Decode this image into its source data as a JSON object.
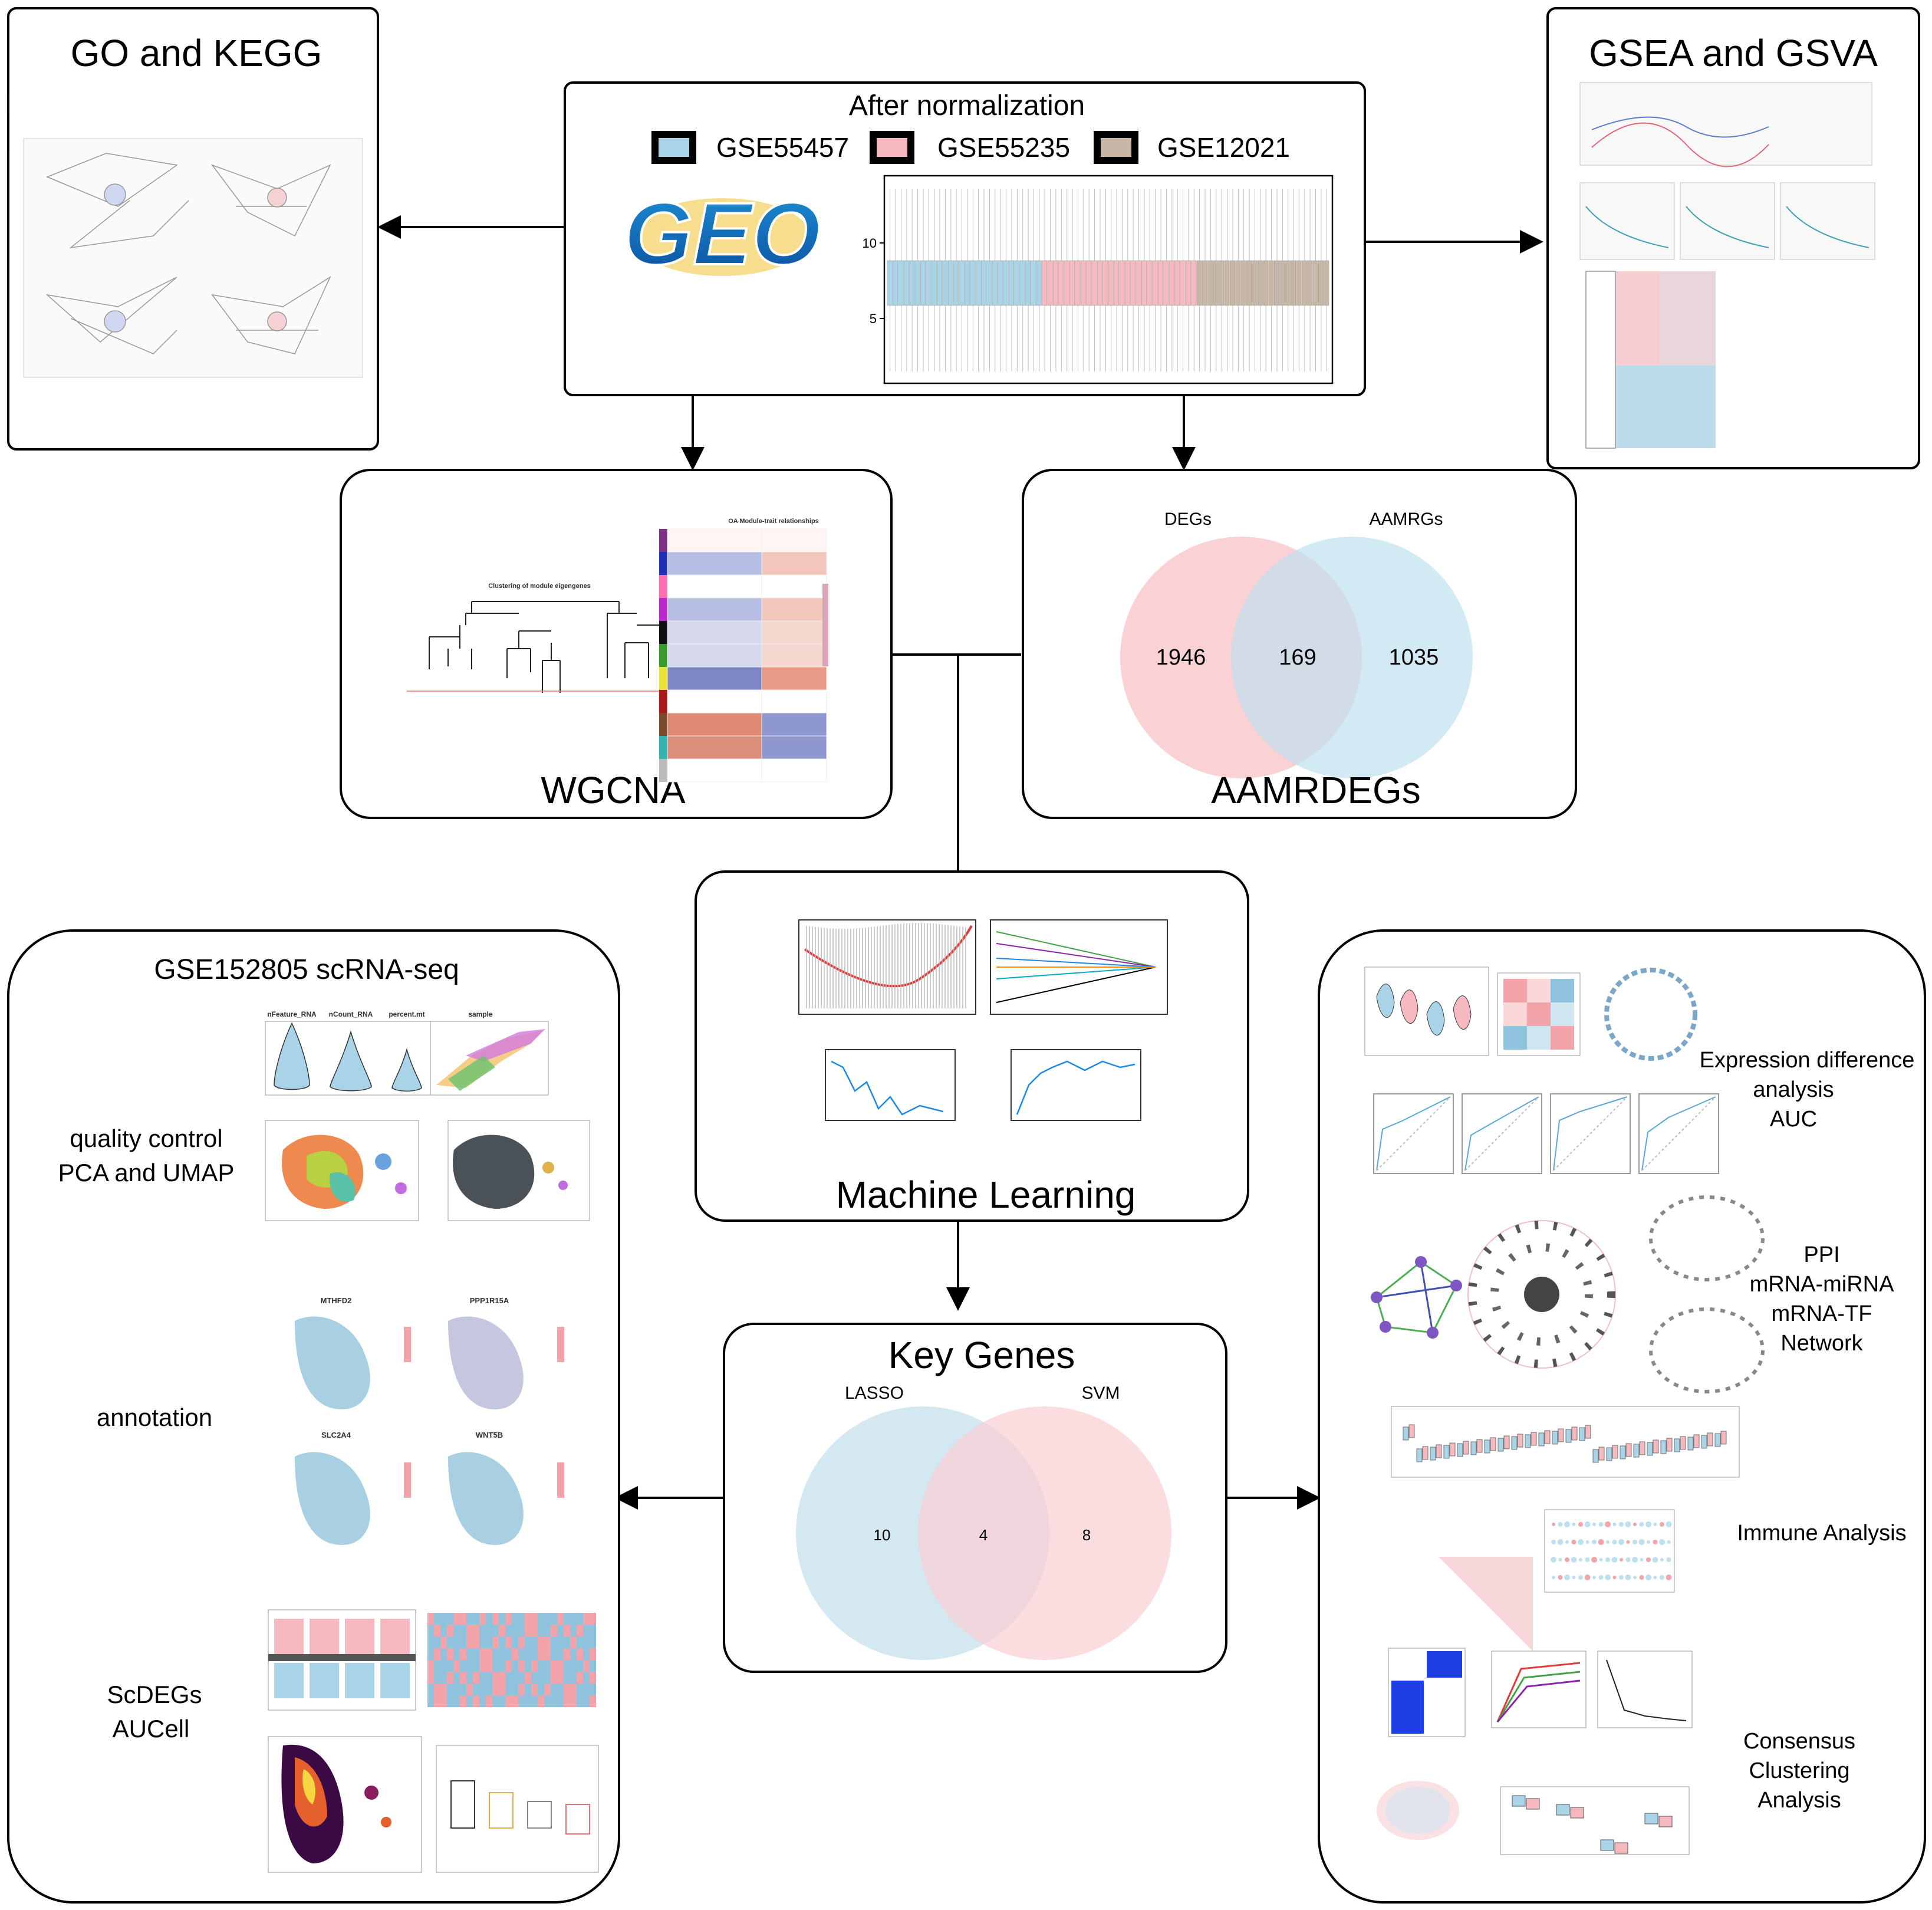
{
  "panels": {
    "go_kegg": {
      "title": "GO and KEGG"
    },
    "gsea_gsva": {
      "title": "GSEA and GSVA"
    },
    "normalization": {
      "title": "After normalization",
      "datasets": [
        {
          "name": "GSE55457",
          "color": "#a9d4e8"
        },
        {
          "name": "GSE55235",
          "color": "#f6b9bf"
        },
        {
          "name": "GSE12021",
          "color": "#c8b7a6"
        }
      ],
      "y_ticks": [
        "10",
        "5"
      ],
      "logo": "GEO"
    },
    "wgcna": {
      "title": "WGCNA",
      "dendro_title": "Clustering of module eigengenes",
      "heat_title": "OA Module-trait relationships"
    },
    "aamrdegs": {
      "title": "AAMRDEGs",
      "venn_left_label": "DEGs",
      "venn_right_label": "AAMRGs",
      "left_only": "1946",
      "overlap": "169",
      "right_only": "1035"
    },
    "machine_learning": {
      "title": "Machine Learning"
    },
    "key_genes": {
      "title": "Key Genes",
      "venn_left_label": "LASSO",
      "venn_right_label": "SVM",
      "left_only": "10",
      "overlap": "4",
      "right_only": "8"
    },
    "scrna": {
      "title": "GSE152805 scRNA-seq",
      "labels": [
        "quality control",
        "PCA and UMAP",
        "annotation",
        "ScDEGs",
        "AUCell"
      ],
      "qc_titles": [
        "nFeature_RNA",
        "nCount_RNA",
        "percent.mt"
      ],
      "gene_titles": [
        "MTHFD2",
        "PPP1R15A",
        "SLC2A4",
        "WNT5B"
      ],
      "pca_title": "sample"
    },
    "right_analyses": {
      "expression": [
        "Expression difference",
        "analysis",
        "AUC"
      ],
      "network": [
        "PPI",
        "mRNA-miRNA",
        "mRNA-TF",
        "Network"
      ],
      "immune": [
        "Immune Analysis"
      ],
      "consensus": [
        "Consensus",
        "Clustering",
        "Analysis"
      ]
    }
  },
  "colors": {
    "venn_pink": "#f9c9cd",
    "venn_blue": "#bfe1ef",
    "heat_blue": "#8fc3dd",
    "heat_red": "#f3a3aa",
    "arrow": "#000000"
  }
}
